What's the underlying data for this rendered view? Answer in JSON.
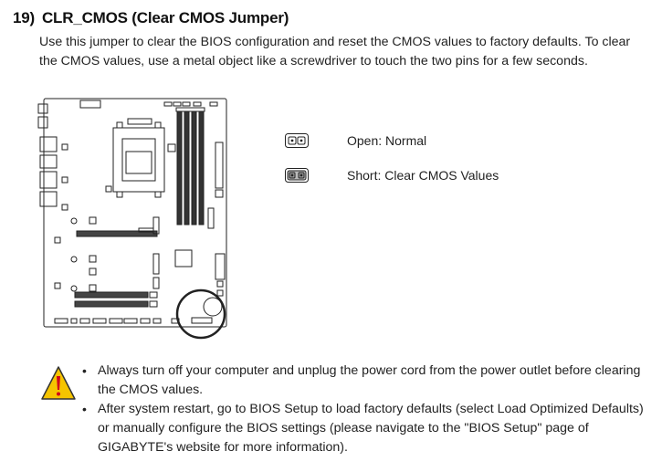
{
  "section": {
    "number": "19)",
    "title": "CLR_CMOS (Clear CMOS Jumper)",
    "intro": "Use this jumper to clear the BIOS configuration and reset the CMOS values to factory defaults. To clear the CMOS values, use a metal object like a screwdriver to touch the two pins for a few seconds."
  },
  "legend": [
    {
      "label": "Open: Normal",
      "state": "open"
    },
    {
      "label": "Short: Clear CMOS Values",
      "state": "short"
    }
  ],
  "warning": {
    "icon": "warning-triangle-icon",
    "notes": [
      "Always turn off your computer and unplug the power cord from the power outlet before clearing the CMOS values.",
      "After system restart, go to BIOS Setup to load factory defaults (select Load Optimized Defaults) or manually configure the BIOS settings (please navigate to the \"BIOS Setup\" page of GIGABYTE's website for more information)."
    ]
  },
  "colors": {
    "warning_fill": "#f5c400",
    "warning_mark": "#d0021b",
    "diagram_stroke": "#222222"
  }
}
